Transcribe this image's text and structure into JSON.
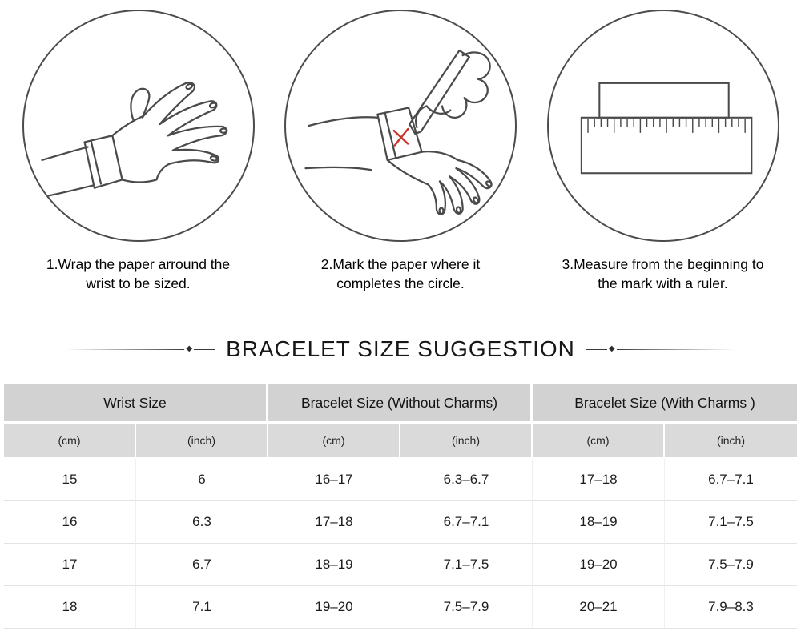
{
  "steps": [
    {
      "illustration": "hand-with-paper-strip",
      "caption_line1": "1.Wrap the paper arround the",
      "caption_line2": "wrist to be sized."
    },
    {
      "illustration": "marking-paper-with-pen",
      "caption_line1": "2.Mark the paper where it",
      "caption_line2": "completes the circle."
    },
    {
      "illustration": "ruler-measuring",
      "caption_line1": "3.Measure from the beginning to",
      "caption_line2": "the mark with a ruler."
    }
  ],
  "title": "BRACELET SIZE SUGGESTION",
  "ornament_diamond": "◆",
  "table": {
    "group_headers": [
      "Wrist Size",
      "Bracelet Size (Without Charms)",
      "Bracelet Size (With Charms )"
    ],
    "unit_headers": [
      "(cm)",
      "(inch)",
      "(cm)",
      "(inch)",
      "(cm)",
      "(inch)"
    ],
    "rows": [
      [
        "15",
        "6",
        "16–17",
        "6.3–6.7",
        "17–18",
        "6.7–7.1"
      ],
      [
        "16",
        "6.3",
        "17–18",
        "6.7–7.1",
        "18–19",
        "7.1–7.5"
      ],
      [
        "17",
        "6.7",
        "18–19",
        "7.1–7.5",
        "19–20",
        "7.5–7.9"
      ],
      [
        "18",
        "7.1",
        "19–20",
        "7.5–7.9",
        "20–21",
        "7.9–8.3"
      ]
    ]
  },
  "colors": {
    "line_art": "#4a4a4a",
    "mark_red": "#c9342a",
    "group_header_bg": "#d2d2d2",
    "unit_header_bg": "#dadada"
  }
}
